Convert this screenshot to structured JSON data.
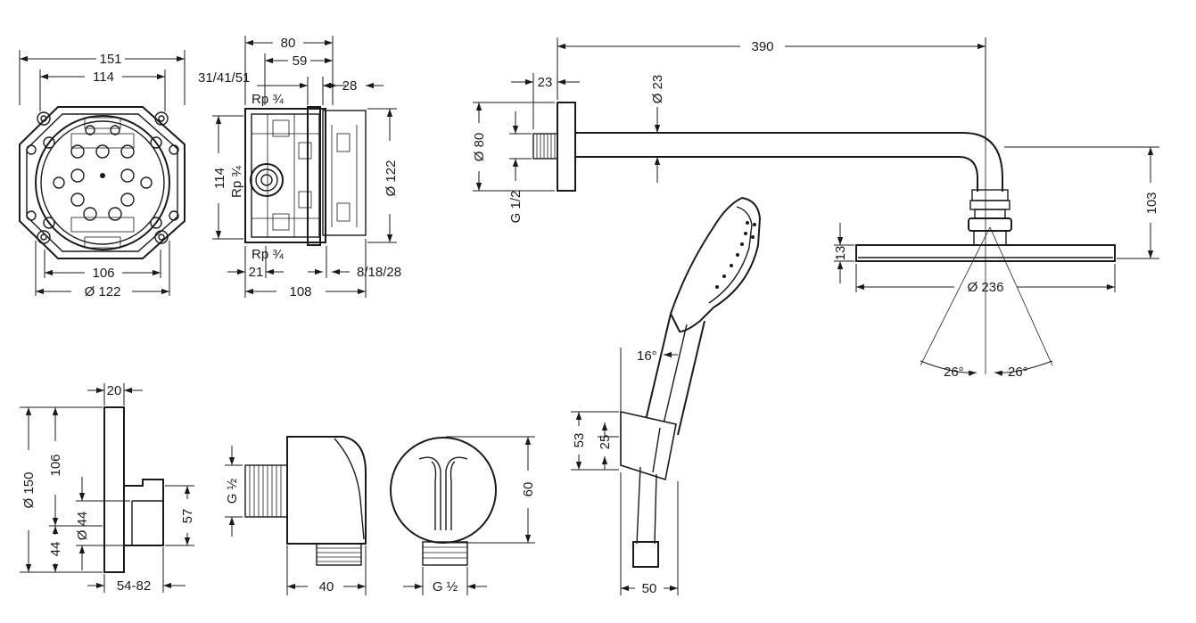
{
  "labels": {
    "box_w151": "151",
    "box_w114": "114",
    "box_w106": "106",
    "box_d122": "Ø 122",
    "side_80": "80",
    "side_59": "59",
    "side_314151": "31/41/51",
    "side_28": "28",
    "side_rp_top": "Rp ¾",
    "side_rp_mid": "Rp ¾",
    "side_rp_bot": "Rp ¾",
    "side_114": "114",
    "side_d122": "Ø 122",
    "side_21": "21",
    "side_108": "108",
    "side_81828": "8/18/28",
    "arm_390": "390",
    "arm_23": "23",
    "arm_d23": "Ø 23",
    "arm_d80": "Ø 80",
    "arm_g12": "G 1/2",
    "arm_103": "103",
    "head_13": "13",
    "head_d236": "Ø 236",
    "head_26l": "26°",
    "head_26r": "26°",
    "hand_16": "16°",
    "hand_53": "53",
    "hand_25": "25",
    "hand_50": "50",
    "thermo_20": "20",
    "thermo_d150": "Ø 150",
    "thermo_106": "106",
    "thermo_d44": "Ø 44",
    "thermo_44": "44",
    "thermo_57": "57",
    "thermo_5482": "54-82",
    "outlet_g12": "G ½",
    "outlet_40": "40",
    "outlet_60": "60",
    "outlet_g12b": "G ½"
  }
}
